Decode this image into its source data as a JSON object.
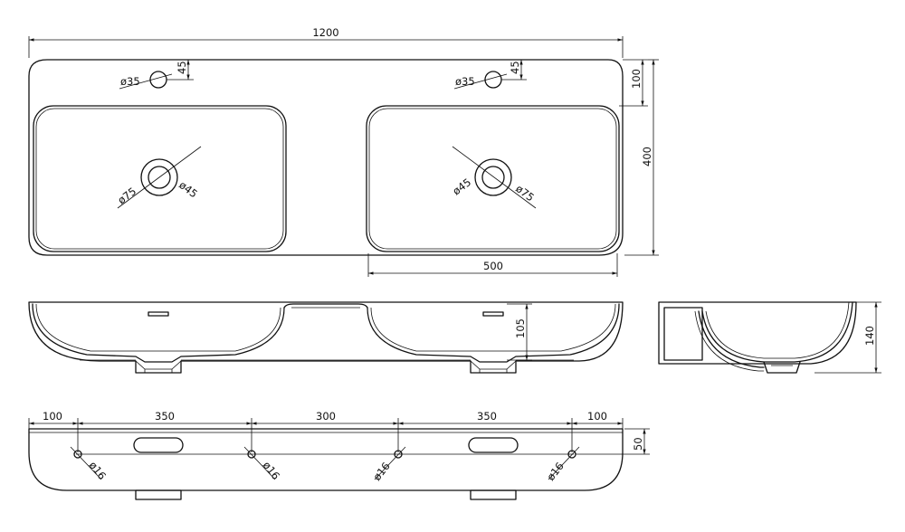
{
  "top_view": {
    "overall_width": "1200",
    "tap_hole_left": "ø35",
    "tap_offset_left": "45",
    "tap_hole_right": "ø35",
    "tap_offset_right": "45",
    "rear_deck": "100",
    "overall_depth": "400",
    "drain_outer_left": "ø75",
    "drain_inner_left": "ø45",
    "drain_inner_right": "ø45",
    "drain_outer_right": "ø75",
    "bowl_width": "500"
  },
  "front_section": {
    "bowl_height": "105"
  },
  "side_section": {
    "total_height": "140"
  },
  "bottom_view": {
    "spacing_1": "100",
    "spacing_2": "350",
    "spacing_3": "300",
    "spacing_4": "350",
    "spacing_5": "100",
    "edge_offset": "50",
    "fixing_hole_1": "ø16",
    "fixing_hole_2": "ø16",
    "fixing_hole_3": "ø16",
    "fixing_hole_4": "ø16"
  }
}
